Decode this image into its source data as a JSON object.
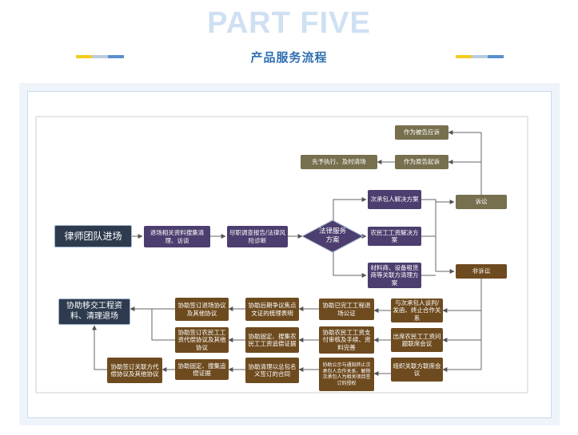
{
  "header": {
    "title": "PART FIVE",
    "subtitle": "产品服务流程",
    "deco_colors": [
      "#f5cc1f",
      "#b9cbe0",
      "#5a8fcf"
    ]
  },
  "diagram": {
    "start": "律师团队进场",
    "collect": "退场相关资料搜集清理、访谈",
    "report": "尽职调查报告/法律风险诊断",
    "decision": "法律服务\n方案",
    "solutions": [
      "次承包人解决方案",
      "农民工工资解决方案",
      "材料商、设备租赁商等关联方清理方案"
    ],
    "litigation": "诉讼",
    "non_litigation": "非诉讼",
    "defendant": "作为被告应诉",
    "plaintiff": "作为原告起诉",
    "execution": "先予执行、及时清场",
    "nonlit_steps": [
      "与次承包人谈判/发函、终止合作关系",
      "出席农民工工资问题联席会议",
      "组织关联方联席会议"
    ],
    "col2": [
      "协助已完工工程退场公证",
      "协助农民工工资支付审核及手续、资料完善",
      "协助公示与通知终止次承包人合作关系、解除次承包人为相关项目签订的授权"
    ],
    "col3": [
      "协助后期争议焦点文证的梳理表明",
      "协助固定、搜集农民工工资追偿证据",
      "协助清理以总包名义签订的合同"
    ],
    "col4": [
      "协助签订退场协议及其他协议",
      "协助签订农民工工资代偿协议及其他协议",
      "协助固定、搜集追偿证据"
    ],
    "sign_proxy": "协助签订关联方代偿协议及其他协议",
    "handover": "协助移交工程资料、清理退场"
  }
}
